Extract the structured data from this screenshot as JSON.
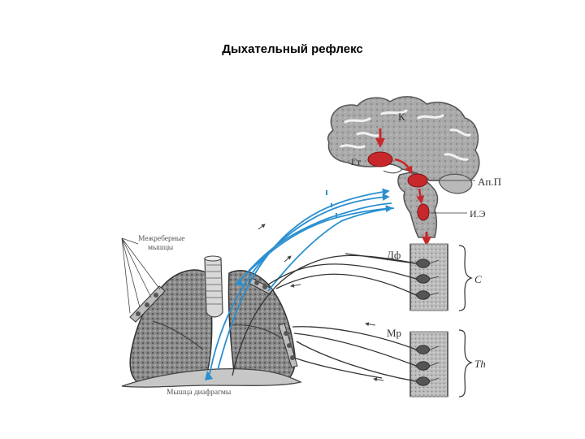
{
  "title": "Дыхательный рефлекс",
  "labels": {
    "cortex": "К",
    "hypothalamus": "Гт",
    "apneustic": "Ап.П",
    "expiratory": "И.Э",
    "diaphragm_center": "Дф",
    "motor_neurons": "Мр",
    "cervical": "C",
    "thoracic": "Th",
    "intercostal_line1": "Межреберные",
    "intercostal_line2": "мышцы",
    "diaphragm_muscle": "Мышца диафрагмы"
  },
  "colors": {
    "nerve_afferent": "#2a8fd0",
    "nerve_efferent": "#333333",
    "brain_center": "#c8282b",
    "tissue": "#9a9a9a"
  }
}
